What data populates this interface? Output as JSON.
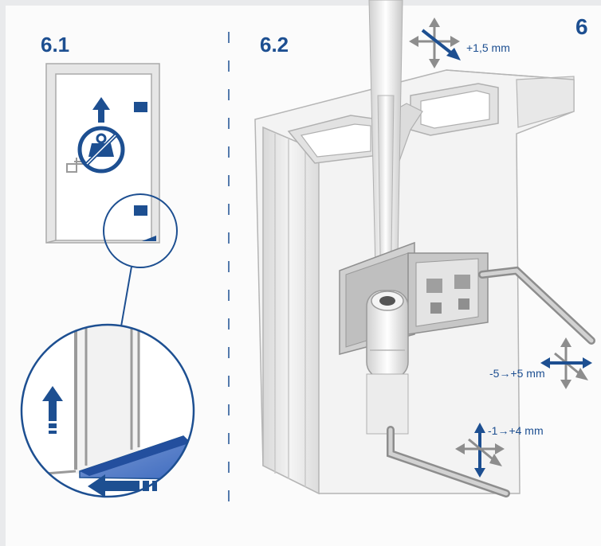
{
  "step_number": "6",
  "sections": [
    {
      "label": "6.1"
    },
    {
      "label": "6.2"
    }
  ],
  "adjustments": {
    "top": "+1,5 mm",
    "lateral": "-5→+5 mm",
    "height": "-1→+4 mm"
  },
  "colors": {
    "accent": "#1d4f91",
    "background": "#fbfbfb",
    "frame": "#e9eaec"
  },
  "icons": [
    "arrow-up-icon",
    "no-weight-icon",
    "magnifier-callout",
    "move-arrows-icon",
    "allen-key"
  ]
}
